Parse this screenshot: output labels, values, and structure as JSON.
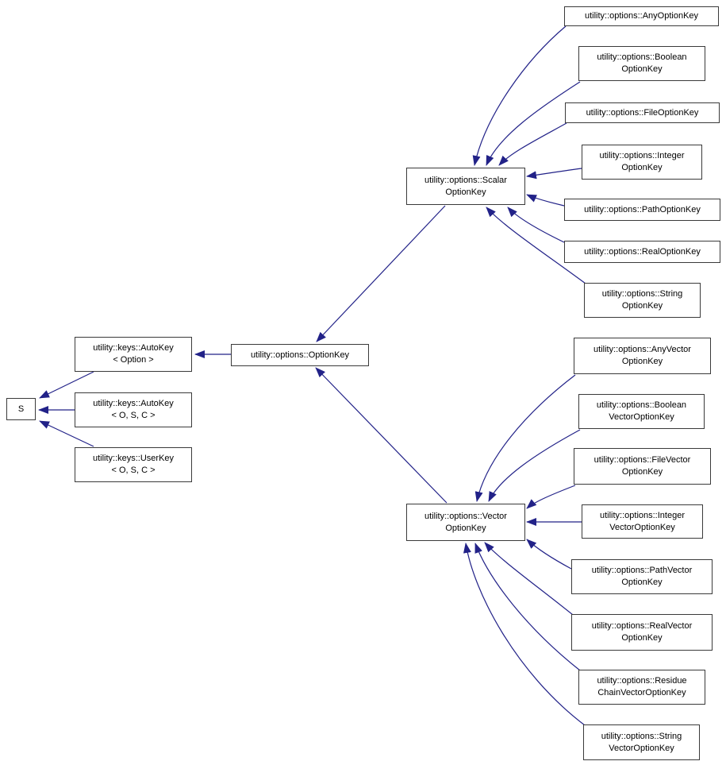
{
  "diagram": {
    "type": "class-inheritance-graph",
    "colors": {
      "arrow": "#222288",
      "node_border": "#3a3a3a",
      "node_background": "#ffffff",
      "text": "#000000",
      "page_background": "#ffffff"
    }
  },
  "nodes": {
    "s": {
      "line1": "S"
    },
    "autokey_option": {
      "line1": "utility::keys::AutoKey",
      "line2": "< Option >"
    },
    "autokey_osc": {
      "line1": "utility::keys::AutoKey",
      "line2": "< O, S, C >"
    },
    "userkey_osc": {
      "line1": "utility::keys::UserKey",
      "line2": "< O, S, C >"
    },
    "optionkey": {
      "line1": "utility::options::OptionKey"
    },
    "scalar": {
      "line1": "utility::options::Scalar",
      "line2": "OptionKey"
    },
    "vector": {
      "line1": "utility::options::Vector",
      "line2": "OptionKey"
    },
    "any": {
      "line1": "utility::options::AnyOptionKey"
    },
    "boolean": {
      "line1": "utility::options::Boolean",
      "line2": "OptionKey"
    },
    "file": {
      "line1": "utility::options::FileOptionKey"
    },
    "integer": {
      "line1": "utility::options::Integer",
      "line2": "OptionKey"
    },
    "path": {
      "line1": "utility::options::PathOptionKey"
    },
    "real": {
      "line1": "utility::options::RealOptionKey"
    },
    "string": {
      "line1": "utility::options::String",
      "line2": "OptionKey"
    },
    "anyvector": {
      "line1": "utility::options::AnyVector",
      "line2": "OptionKey"
    },
    "booleanvector": {
      "line1": "utility::options::Boolean",
      "line2": "VectorOptionKey"
    },
    "filevector": {
      "line1": "utility::options::FileVector",
      "line2": "OptionKey"
    },
    "integervector": {
      "line1": "utility::options::Integer",
      "line2": "VectorOptionKey"
    },
    "pathvector": {
      "line1": "utility::options::PathVector",
      "line2": "OptionKey"
    },
    "realvector": {
      "line1": "utility::options::RealVector",
      "line2": "OptionKey"
    },
    "residuechainvector": {
      "line1": "utility::options::Residue",
      "line2": "ChainVectorOptionKey"
    },
    "stringvector": {
      "line1": "utility::options::String",
      "line2": "VectorOptionKey"
    }
  },
  "edges": [
    {
      "from": "utility::keys::AutoKey< Option >",
      "to": "S"
    },
    {
      "from": "utility::keys::AutoKey< O, S, C >",
      "to": "S"
    },
    {
      "from": "utility::keys::UserKey< O, S, C >",
      "to": "S"
    },
    {
      "from": "utility::options::OptionKey",
      "to": "utility::keys::AutoKey< Option >"
    },
    {
      "from": "utility::options::ScalarOptionKey",
      "to": "utility::options::OptionKey"
    },
    {
      "from": "utility::options::VectorOptionKey",
      "to": "utility::options::OptionKey"
    },
    {
      "from": "utility::options::AnyOptionKey",
      "to": "utility::options::ScalarOptionKey"
    },
    {
      "from": "utility::options::BooleanOptionKey",
      "to": "utility::options::ScalarOptionKey"
    },
    {
      "from": "utility::options::FileOptionKey",
      "to": "utility::options::ScalarOptionKey"
    },
    {
      "from": "utility::options::IntegerOptionKey",
      "to": "utility::options::ScalarOptionKey"
    },
    {
      "from": "utility::options::PathOptionKey",
      "to": "utility::options::ScalarOptionKey"
    },
    {
      "from": "utility::options::RealOptionKey",
      "to": "utility::options::ScalarOptionKey"
    },
    {
      "from": "utility::options::StringOptionKey",
      "to": "utility::options::ScalarOptionKey"
    },
    {
      "from": "utility::options::AnyVectorOptionKey",
      "to": "utility::options::VectorOptionKey"
    },
    {
      "from": "utility::options::BooleanVectorOptionKey",
      "to": "utility::options::VectorOptionKey"
    },
    {
      "from": "utility::options::FileVectorOptionKey",
      "to": "utility::options::VectorOptionKey"
    },
    {
      "from": "utility::options::IntegerVectorOptionKey",
      "to": "utility::options::VectorOptionKey"
    },
    {
      "from": "utility::options::PathVectorOptionKey",
      "to": "utility::options::VectorOptionKey"
    },
    {
      "from": "utility::options::RealVectorOptionKey",
      "to": "utility::options::VectorOptionKey"
    },
    {
      "from": "utility::options::ResidueChainVectorOptionKey",
      "to": "utility::options::VectorOptionKey"
    },
    {
      "from": "utility::options::StringVectorOptionKey",
      "to": "utility::options::VectorOptionKey"
    }
  ]
}
